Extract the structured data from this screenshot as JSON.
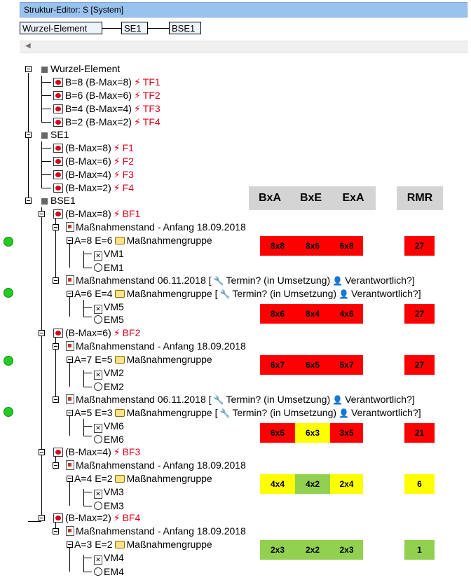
{
  "window": {
    "title": "Struktur-Editor: S [System]"
  },
  "breadcrumb": [
    "Wurzel-Element",
    "SE1",
    "BSE1"
  ],
  "headers": {
    "bxa": "BxA",
    "bxe": "BxE",
    "exa": "ExA",
    "rmr": "RMR"
  },
  "tree": {
    "wurzel": {
      "label": "Wurzel-Element",
      "items": [
        {
          "text": "B=8 (B-Max=8)",
          "tag": "TF1"
        },
        {
          "text": "B=6 (B-Max=6)",
          "tag": "TF2"
        },
        {
          "text": "B=4 (B-Max=4)",
          "tag": "TF3"
        },
        {
          "text": "B=2 (B-Max=2)",
          "tag": "TF4"
        }
      ]
    },
    "se1": {
      "label": "SE1",
      "items": [
        {
          "text": "(B-Max=8)",
          "tag": "F1"
        },
        {
          "text": "(B-Max=6)",
          "tag": "F2"
        },
        {
          "text": "(B-Max=4)",
          "tag": "F3"
        },
        {
          "text": "(B-Max=2)",
          "tag": "F4"
        }
      ]
    },
    "bse1": {
      "label": "BSE1"
    }
  },
  "rows": [
    {
      "text": "(B-Max=8)",
      "tag": "BF1"
    },
    {
      "text": "Maßnahmenstand - Anfang 18.09.2018"
    },
    {
      "text": "A=8 E=6",
      "group": "Maßnahmengruppe"
    },
    {
      "text": "VM1"
    },
    {
      "text": "EM1"
    },
    {
      "text": "Maßnahmenstand 06.11.2018 [",
      "termin": "Termin? (in Umsetzung)",
      "verant": "Verantwortlich?]"
    },
    {
      "text": "A=6 E=4",
      "group": "Maßnahmengruppe [",
      "termin": "Termin? (in Umsetzung)",
      "verant": "Verantwortlich?]"
    },
    {
      "text": "VM5"
    },
    {
      "text": "EM5"
    },
    {
      "text": "(B-Max=6)",
      "tag": "BF2"
    },
    {
      "text": "Maßnahmenstand - Anfang 18.09.2018"
    },
    {
      "text": "A=7 E=5",
      "group": "Maßnahmengruppe"
    },
    {
      "text": "VM2"
    },
    {
      "text": "EM2"
    },
    {
      "text": "Maßnahmenstand 06.11.2018 [",
      "termin": "Termin? (in Umsetzung)",
      "verant": "Verantwortlich?]"
    },
    {
      "text": "A=5 E=3",
      "group": "Maßnahmengruppe [",
      "termin": "Termin? (in Umsetzung)",
      "verant": "Verantwortlich?]"
    },
    {
      "text": "VM6"
    },
    {
      "text": "EM6"
    },
    {
      "text": "(B-Max=4)",
      "tag": "BF3"
    },
    {
      "text": "Maßnahmenstand - Anfang 18.09.2018"
    },
    {
      "text": "A=4 E=2",
      "group": "Maßnahmengruppe"
    },
    {
      "text": "VM3"
    },
    {
      "text": "EM3"
    },
    {
      "text": "(B-Max=2)",
      "tag": "BF4"
    },
    {
      "text": "Maßnahmenstand - Anfang 18.09.2018"
    },
    {
      "text": "A=3 E=2",
      "group": "Maßnahmengruppe"
    },
    {
      "text": "VM4"
    },
    {
      "text": "EM4"
    }
  ],
  "matrix": [
    {
      "bxa": "8x8",
      "bxe": "8x6",
      "exa": "6x8",
      "rmr": "27",
      "colors": [
        "red",
        "red",
        "red",
        "red"
      ]
    },
    {
      "bxa": "8x6",
      "bxe": "8x4",
      "exa": "4x6",
      "rmr": "27",
      "colors": [
        "red",
        "red",
        "red",
        "red"
      ]
    },
    {
      "bxa": "6x7",
      "bxe": "6x5",
      "exa": "5x7",
      "rmr": "27",
      "colors": [
        "red",
        "red",
        "red",
        "red"
      ]
    },
    {
      "bxa": "6x5",
      "bxe": "6x3",
      "exa": "3x5",
      "rmr": "21",
      "colors": [
        "red",
        "yellow",
        "red",
        "red"
      ]
    },
    {
      "bxa": "4x4",
      "bxe": "4x2",
      "exa": "2x4",
      "rmr": "6",
      "colors": [
        "yellow",
        "green",
        "yellow",
        "yellow"
      ]
    },
    {
      "bxa": "2x3",
      "bxe": "2x2",
      "exa": "2x3",
      "rmr": "1",
      "colors": [
        "green",
        "green",
        "green",
        "green"
      ]
    }
  ],
  "colors": {
    "red": "#ff0000",
    "yellow": "#ffff00",
    "green": "#92d050",
    "accent": "#e0001b"
  }
}
